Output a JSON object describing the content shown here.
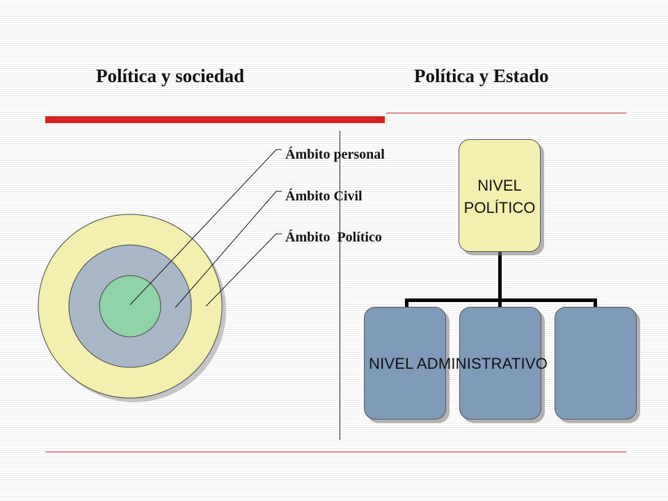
{
  "titles": {
    "left": "Política y sociedad",
    "right": "Política y Estado"
  },
  "circle_labels": [
    "Ámbito personal",
    "Ámbito Civil",
    "Ámbito  Político"
  ],
  "org_chart": {
    "top_line1": "NIVEL",
    "top_line2": "POLÍTICO",
    "bottom": "NIVEL ADMINISTRATIVO"
  },
  "colors": {
    "outer_ring": "#f3efae",
    "middle_ring": "#a9b7c6",
    "inner_circle": "#8fd3a8",
    "top_box": "#f3efae",
    "bottom_boxes": "#7f9bb9",
    "accent_red": "#d62323"
  }
}
